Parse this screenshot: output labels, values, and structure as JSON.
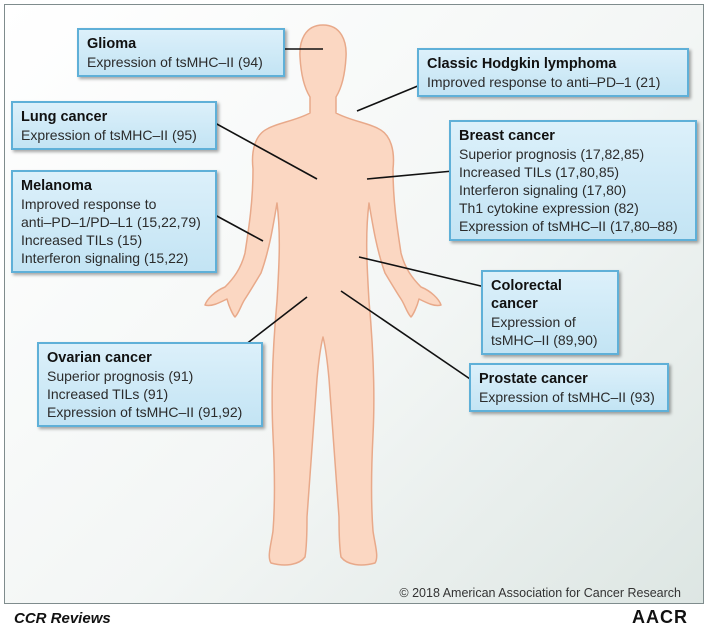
{
  "boxes": [
    {
      "id": "glioma",
      "title": "Glioma",
      "lines": [
        "Expression of tsMHC–II (94)"
      ]
    },
    {
      "id": "hodgkin",
      "title": "Classic Hodgkin lymphoma",
      "lines": [
        "Improved response to anti–PD–1 (21)"
      ]
    },
    {
      "id": "lung",
      "title": "Lung cancer",
      "lines": [
        "Expression of tsMHC–II (95)"
      ]
    },
    {
      "id": "breast",
      "title": "Breast cancer",
      "lines": [
        "Superior prognosis (17,82,85)",
        "Increased TILs (17,80,85)",
        "Interferon signaling (17,80)",
        "Th1 cytokine expression (82)",
        "Expression of tsMHC–II (17,80–88)"
      ]
    },
    {
      "id": "melanoma",
      "title": "Melanoma",
      "lines": [
        "Improved response to",
        "anti–PD–1/PD–L1 (15,22,79)",
        "Increased TILs (15)",
        "Interferon signaling (15,22)"
      ]
    },
    {
      "id": "colorectal",
      "title": "Colorectal cancer",
      "lines": [
        "Expression of",
        "tsMHC–II (89,90)"
      ]
    },
    {
      "id": "ovarian",
      "title": "Ovarian cancer",
      "lines": [
        "Superior prognosis (91)",
        "Increased TILs (91)",
        "Expression of tsMHC–II (91,92)"
      ]
    },
    {
      "id": "prostate",
      "title": "Prostate cancer",
      "lines": [
        "Expression of tsMHC–II (93)"
      ]
    }
  ],
  "copyright": "© 2018 American Association for Cancer Research",
  "footer": {
    "journal": "CCR Reviews",
    "publisher": "AACR"
  },
  "colors": {
    "body_fill": "#fbd7c2",
    "body_stroke": "#e8a98a",
    "box_fill": "#cbe8f6",
    "box_border": "#5fb0d8",
    "connector": "#111111"
  }
}
